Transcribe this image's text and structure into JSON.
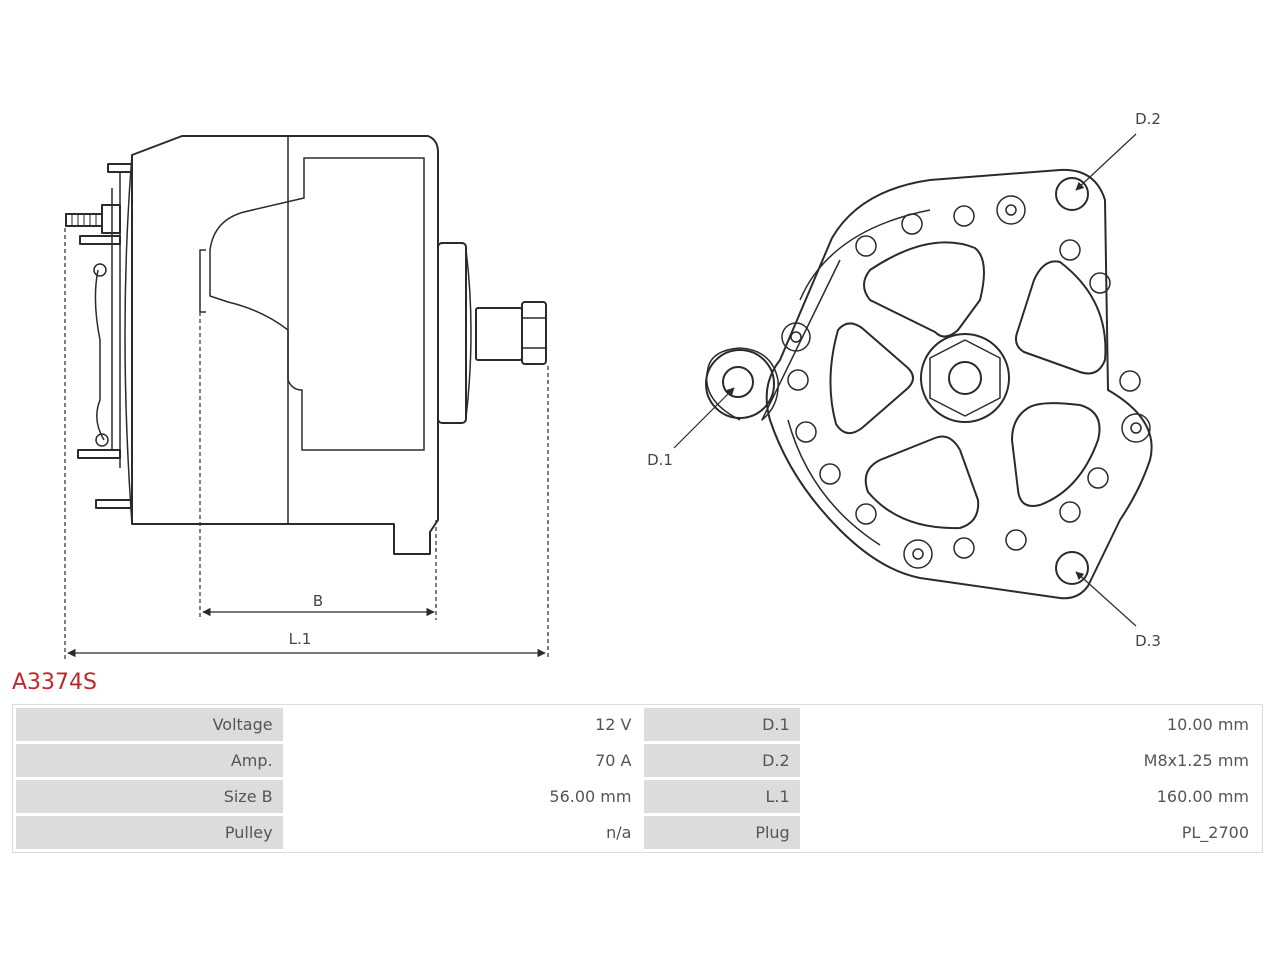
{
  "drawing": {
    "dimension_labels": {
      "b": "B",
      "l1": "L.1",
      "d1": "D.1",
      "d2": "D.2",
      "d3": "D.3"
    }
  },
  "part_number": "A3374S",
  "colors": {
    "part_number": "#c0272d",
    "label_cell": "#dcdcdc",
    "line": "#2b2b2b"
  },
  "specs": {
    "rows": [
      {
        "label1": "Voltage",
        "value1": "12 V",
        "label2": "D.1",
        "value2": "10.00 mm"
      },
      {
        "label1": "Amp.",
        "value1": "70 A",
        "label2": "D.2",
        "value2": "M8x1.25 mm"
      },
      {
        "label1": "Size B",
        "value1": "56.00 mm",
        "label2": "L.1",
        "value2": "160.00 mm"
      },
      {
        "label1": "Pulley",
        "value1": "n/a",
        "label2": "Plug",
        "value2": "PL_2700"
      }
    ]
  }
}
